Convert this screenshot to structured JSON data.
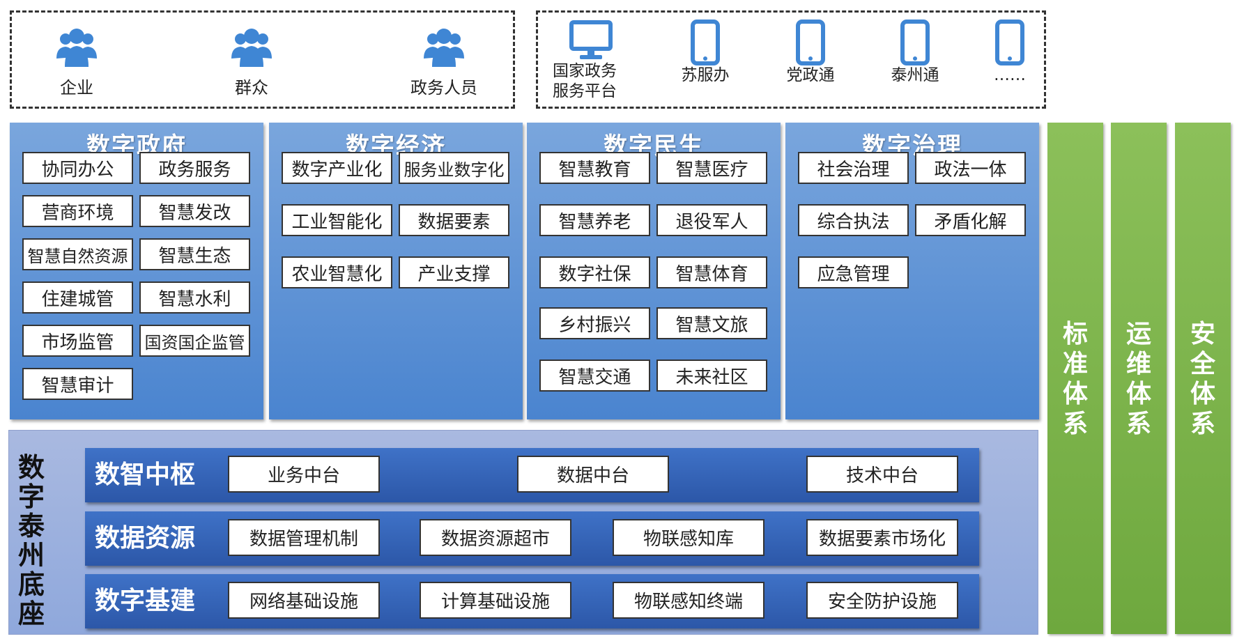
{
  "users": [
    {
      "label": "企业"
    },
    {
      "label": "群众"
    },
    {
      "label": "政务人员"
    }
  ],
  "channels": [
    {
      "label": "国家政务\n服务平台",
      "icon": "monitor-icon"
    },
    {
      "label": "苏服办",
      "icon": "phone-icon"
    },
    {
      "label": "党政通",
      "icon": "phone-icon"
    },
    {
      "label": "泰州通",
      "icon": "phone-icon"
    },
    {
      "label": "……",
      "icon": "phone-icon"
    }
  ],
  "panels": [
    {
      "title": "数字政府",
      "items": [
        "协同办公",
        "政务服务",
        "营商环境",
        "智慧发改",
        "智慧自然资源",
        "智慧生态",
        "住建城管",
        "智慧水利",
        "市场监管",
        "国资国企监管",
        "智慧审计"
      ]
    },
    {
      "title": "数字经济",
      "items": [
        "数字产业化",
        "服务业数字化",
        "工业智能化",
        "数据要素",
        "农业智慧化",
        "产业支撑"
      ]
    },
    {
      "title": "数字民生",
      "items": [
        "智慧教育",
        "智慧医疗",
        "智慧养老",
        "退役军人",
        "数字社保",
        "智慧体育",
        "乡村振兴",
        "智慧文旅",
        "智慧交通",
        "未来社区"
      ]
    },
    {
      "title": "数字治理",
      "items": [
        "社会治理",
        "政法一体",
        "综合执法",
        "矛盾化解",
        "应急管理"
      ]
    }
  ],
  "base": {
    "title": "数字泰州底座",
    "rows": [
      {
        "label": "数智中枢",
        "items": [
          "业务中台",
          "数据中台",
          "技术中台"
        ]
      },
      {
        "label": "数据资源",
        "items": [
          "数据管理机制",
          "数据资源超市",
          "物联感知库",
          "数据要素市场化"
        ]
      },
      {
        "label": "数字基建",
        "items": [
          "网络基础设施",
          "计算基础设施",
          "物联感知终端",
          "安全防护设施"
        ]
      }
    ]
  },
  "systems": [
    "标准体系",
    "运维体系",
    "安全体系"
  ],
  "colors": {
    "panel_blue": "#5b8fd3",
    "row_blue": "#3466b8",
    "base_lavender": "#9db1de",
    "green": "#7ab24a",
    "icon_blue": "#3f86d4"
  }
}
